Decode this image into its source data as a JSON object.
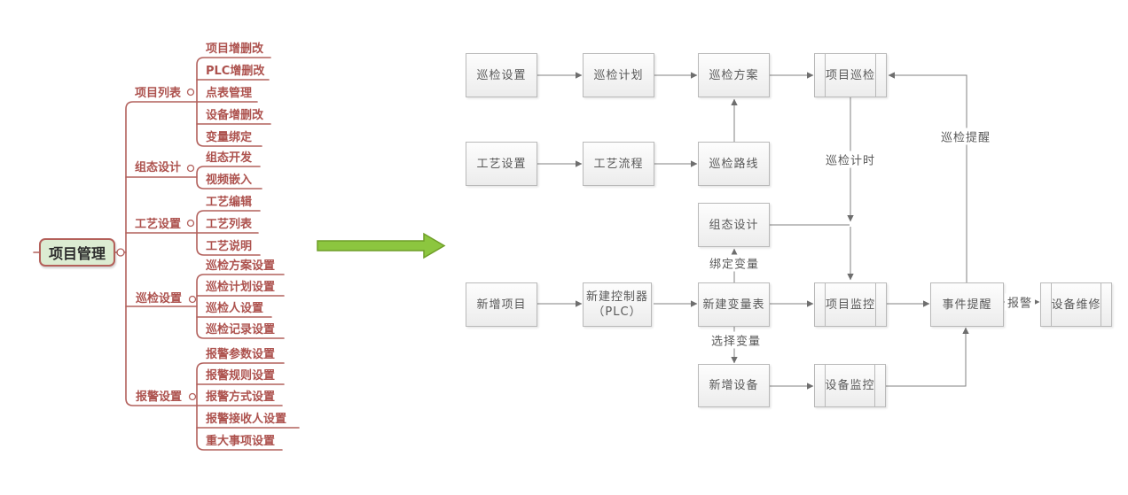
{
  "mindmap": {
    "root": "项目管理",
    "branches": [
      {
        "label": "项目列表",
        "children": [
          "项目增删改",
          "PLC增删改",
          "点表管理",
          "设备增删改",
          "变量绑定"
        ]
      },
      {
        "label": "组态设计",
        "children": [
          "组态开发",
          "视频嵌入"
        ]
      },
      {
        "label": "工艺设置",
        "children": [
          "工艺编辑",
          "工艺列表",
          "工艺说明"
        ]
      },
      {
        "label": "巡检设置",
        "children": [
          "巡检方案设置",
          "巡检计划设置",
          "巡检人设置",
          "巡检记录设置"
        ]
      },
      {
        "label": "报警设置",
        "children": [
          "报警参数设置",
          "报警规则设置",
          "报警方式设置",
          "报警接收人设置",
          "重大事项设置"
        ]
      }
    ]
  },
  "flowchart": {
    "nodes": {
      "inspection_settings": "巡检设置",
      "inspection_plan": "巡检计划",
      "inspection_scheme": "巡检方案",
      "project_inspection": "项目巡检",
      "process_settings": "工艺设置",
      "process_flow": "工艺流程",
      "inspection_route": "巡检路线",
      "config_design": "组态设计",
      "new_project": "新增项目",
      "new_controller_line1": "新建控制器",
      "new_controller_line2": "（PLC）",
      "new_variable_table": "新建变量表",
      "project_monitoring": "项目监控",
      "event_reminder": "事件提醒",
      "device_maintenance": "设备维修",
      "new_device": "新增设备",
      "device_monitoring": "设备监控"
    },
    "edge_labels": {
      "inspection_timing": "巡检计时",
      "inspection_reminder": "巡检提醒",
      "bind_variables": "绑定变量",
      "select_variables": "选择变量",
      "alarm": "报警"
    }
  },
  "colors": {
    "mindmap_line": "#b2605c",
    "mindmap_text": "#ad524e",
    "root_fill": "#dcecd2",
    "root_border": "#b4605a",
    "root_text": "#2b2b2b",
    "flow_box_border": "#b9b9b9",
    "flow_box_fill": "#f5f5f5",
    "flow_text": "#595959",
    "flow_line": "#808080",
    "green_arrow_fill": "#8cc63f",
    "green_arrow_stroke": "#6f9e28"
  }
}
